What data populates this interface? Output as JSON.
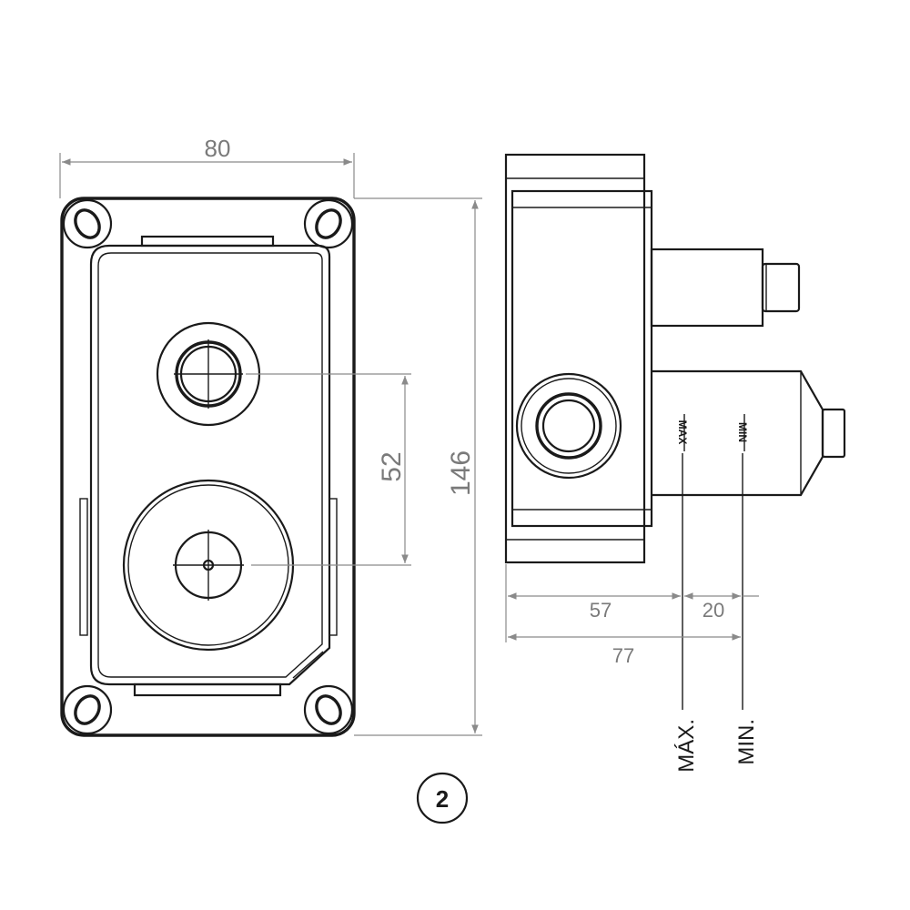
{
  "dimensions": {
    "width": "80",
    "height": "146",
    "spacing": "52",
    "depth_body": "57",
    "depth_extra": "20",
    "depth_total": "77"
  },
  "labels": {
    "max": "MÁX.",
    "min": "MIN.",
    "max_small": "MAX",
    "min_small": "MIN",
    "figure_number": "2"
  }
}
